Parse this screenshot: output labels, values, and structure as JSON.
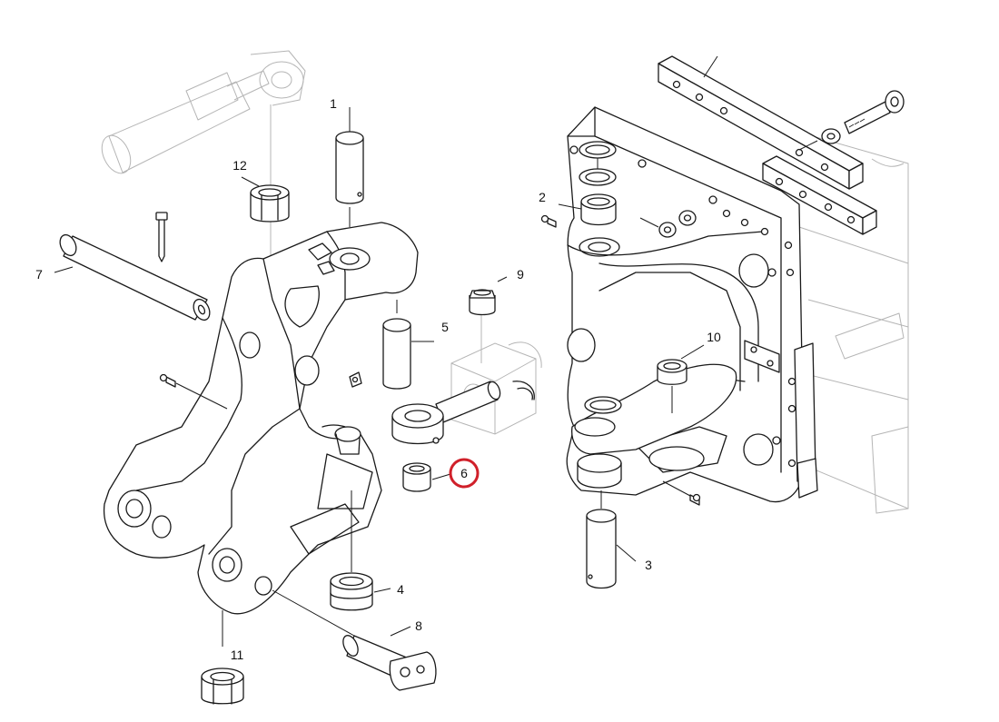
{
  "diagram": {
    "highlight_color": "#d0202a",
    "highlighted_part": "6",
    "callouts": [
      {
        "id": "c1",
        "number": "1"
      },
      {
        "id": "c2",
        "number": "2"
      },
      {
        "id": "c3",
        "number": "3"
      },
      {
        "id": "c4",
        "number": "4"
      },
      {
        "id": "c5",
        "number": "5"
      },
      {
        "id": "c6",
        "number": "6"
      },
      {
        "id": "c7",
        "number": "7"
      },
      {
        "id": "c8",
        "number": "8"
      },
      {
        "id": "c9",
        "number": "9"
      },
      {
        "id": "c10",
        "number": "10"
      },
      {
        "id": "c11",
        "number": "11"
      },
      {
        "id": "c12",
        "number": "12"
      }
    ]
  }
}
